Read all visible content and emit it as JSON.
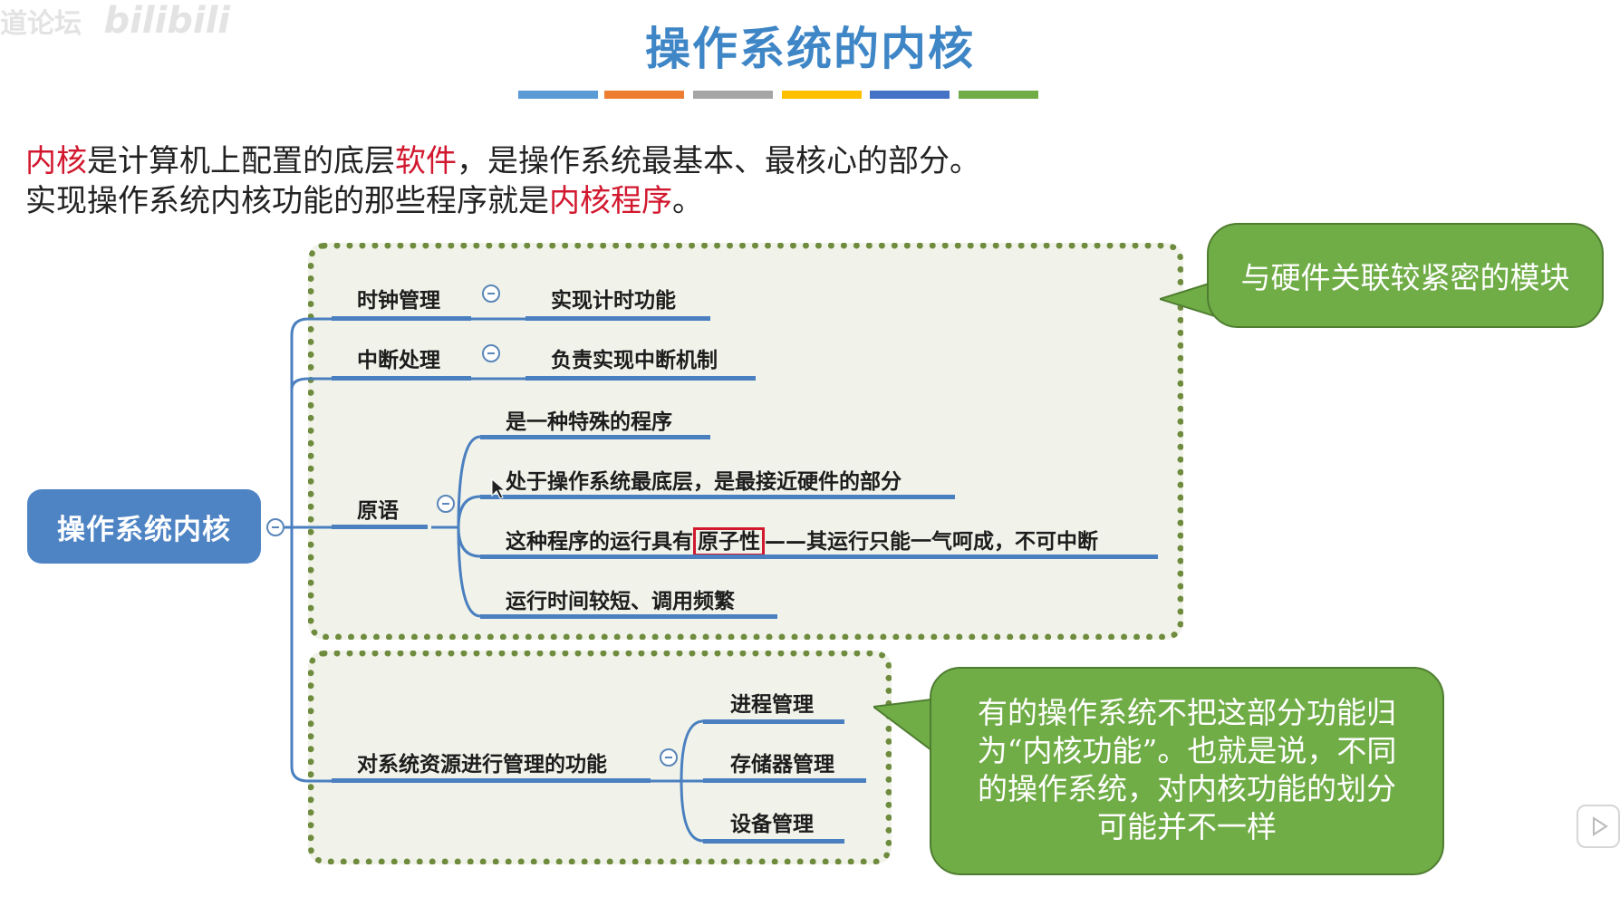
{
  "watermark": {
    "text": "道论坛",
    "logo": "bilibili"
  },
  "title": "操作系统的内核",
  "color_bar": [
    "#5b9bd5",
    "#ed7d31",
    "#a5a5a5",
    "#ffc000",
    "#4472c4",
    "#70ad47"
  ],
  "intro": {
    "line1": {
      "part1": "内核",
      "part2": "是计算机上配置的底层",
      "part3": "软件",
      "part4": "，是操作系统最基本、最核心的部分。"
    },
    "line2": {
      "part1": "实现操作系统内核功能的那些程序就是",
      "part2": "内核程序",
      "part3": "。"
    }
  },
  "mindmap": {
    "root": "操作系统内核",
    "clock": {
      "label": "时钟管理",
      "detail": "实现计时功能"
    },
    "interrupt": {
      "label": "中断处理",
      "detail": "负责实现中断机制"
    },
    "primitive": {
      "label": "原语",
      "items": {
        "item1": "是一种特殊的程序",
        "item2": "处于操作系统最底层，是最接近硬件的部分",
        "item3_prefix": "这种程序的运行具有",
        "item3_highlight": "原子性",
        "item3_suffix": "——其运行只能一气呵成，不可中断",
        "item4": "运行时间较短、调用频繁"
      }
    },
    "resource": {
      "label": "对系统资源进行管理的功能",
      "items": {
        "item1": "进程管理",
        "item2": "存储器管理",
        "item3": "设备管理"
      }
    }
  },
  "callouts": {
    "hardware": "与硬件关联较紧密的模块",
    "note": "有的操作系统不把这部分功能归为“内核功能”。也就是说，不同的操作系统，对内核功能的划分可能并不一样"
  }
}
